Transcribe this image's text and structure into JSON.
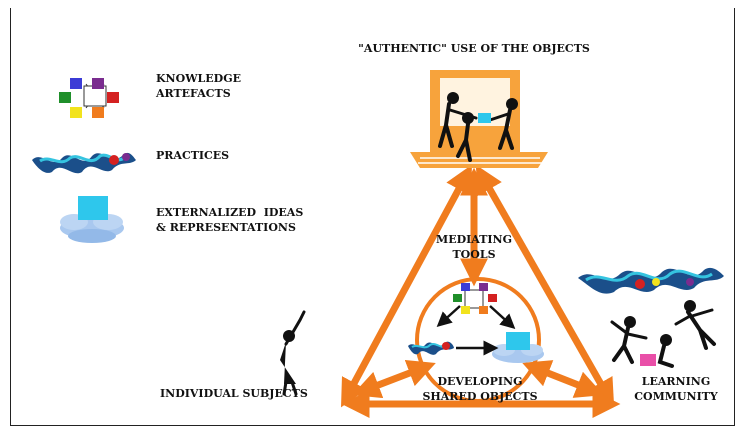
{
  "labels": {
    "authentic_use": "\"AUTHENTIC\" USE OF THE OBJECTS",
    "knowledge_artefacts": [
      "KNOWLEDGE",
      "ARTEFACTS"
    ],
    "practices": "PRACTICES",
    "externalized": [
      "EXTERNALIZED  IDEAS",
      "& REPRESENTATIONS"
    ],
    "mediating_tools": [
      "MEDIATING",
      "TOOLS"
    ],
    "individual_subjects": "INDIVIDUAL SUBJECTS",
    "developing_shared_objects": [
      "DEVELOPING",
      "SHARED OBJECTS"
    ],
    "learning_community": [
      "LEARNING",
      "COMMUNITY"
    ]
  },
  "colors": {
    "arrow": "#f07c1e",
    "screen": "#f7a33c",
    "cloud": "#a9c8ef",
    "box_cyan": "#2ec7ec"
  }
}
